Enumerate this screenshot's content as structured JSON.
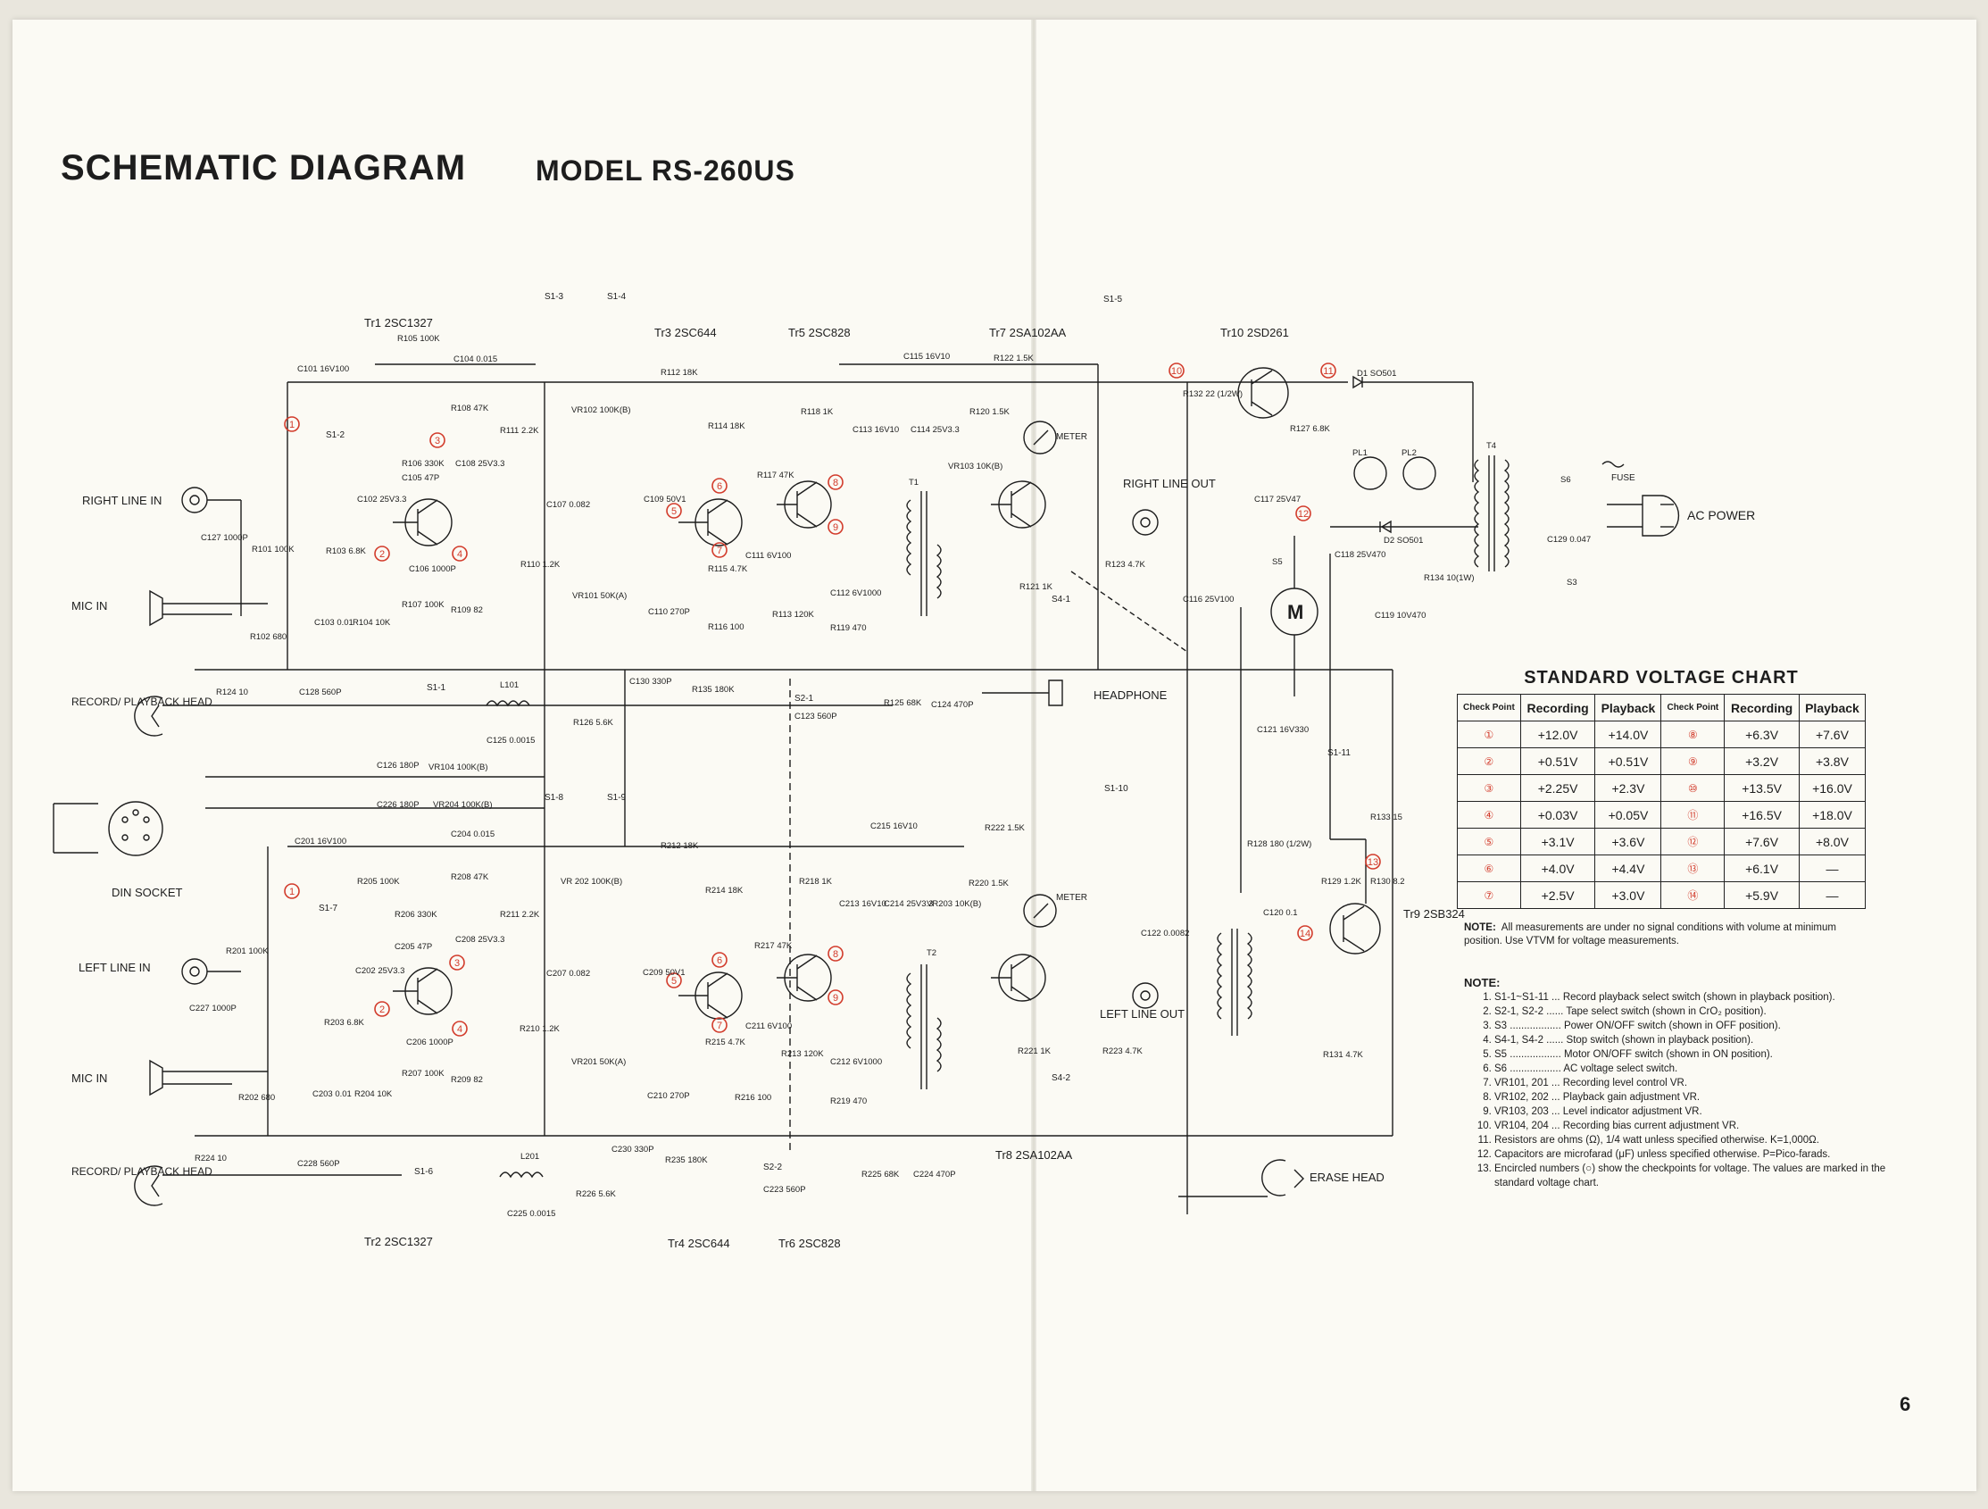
{
  "title": {
    "main": "SCHEMATIC DIAGRAM",
    "model": "MODEL RS-260US"
  },
  "page_number": "6",
  "labels": {
    "right_line_in": "RIGHT LINE IN",
    "mic_in_top": "MIC IN",
    "record_playback_head_top": "RECORD/ PLAYBACK HEAD",
    "din_socket": "DIN SOCKET",
    "left_line_in": "LEFT LINE IN",
    "mic_in_bottom": "MIC IN",
    "record_playback_head_bottom": "RECORD/ PLAYBACK HEAD",
    "right_line_out": "RIGHT LINE OUT",
    "left_line_out": "LEFT LINE OUT",
    "headphone": "HEADPHONE",
    "erase_head": "ERASE HEAD",
    "ac_power": "AC POWER",
    "meter_top": "METER",
    "meter_bottom": "METER",
    "fuse": "FUSE"
  },
  "transistors": {
    "tr1": "Tr1 2SC1327",
    "tr3": "Tr3 2SC644",
    "tr5": "Tr5 2SC828",
    "tr7": "Tr7 2SA102AA",
    "tr10": "Tr10 2SD261",
    "tr2": "Tr2 2SC1327",
    "tr4": "Tr4 2SC644",
    "tr6": "Tr6 2SC828",
    "tr8": "Tr8 2SA102AA",
    "tr9": "Tr9 2SB324"
  },
  "components": {
    "c101": "C101 16V100",
    "r105": "R105 100K",
    "c104": "C104 0.015",
    "r112": "R112 18K",
    "c115": "C115 16V10",
    "r122": "R122 1.5K",
    "r132": "R132 22 (1/2W)",
    "d1": "D1 SO501",
    "r108": "R108 47K",
    "r106": "R106 330K",
    "c105": "C105 47P",
    "c108": "C108 25V3.3",
    "r111": "R111 2.2K",
    "vr102": "VR102 100K(B)",
    "r114": "R114 18K",
    "r118": "R118 1K",
    "c113": "C113 16V10",
    "c114": "C114 25V3.3",
    "vr103": "VR103 10K(B)",
    "r120": "R120 1.5K",
    "r127": "R127 6.8K",
    "c102": "C102 25V3.3",
    "r103": "R103 6.8K",
    "c106": "C106 1000P",
    "c107": "C107 0.082",
    "c109": "C109 50V1",
    "r117": "R117 47K",
    "r115": "R115 4.7K",
    "c111": "C111 6V100",
    "c117": "C117 25V47",
    "c118": "C118 25V470",
    "d2": "D2 SO501",
    "c127": "C127 1000P",
    "r101": "R101 100K",
    "r110": "R110 1.2K",
    "r123": "R123 4.7K",
    "r121": "R121 1K",
    "c103": "C103 0.01",
    "r104": "R104 10K",
    "r107": "R107 100K",
    "r109": "R109 82",
    "vr101": "VR101 50K(A)",
    "c110": "C110 270P",
    "c112": "C112 6V1000",
    "r113": "R113 120K",
    "r119": "R119 470",
    "r116": "R116 100",
    "c116": "C116 25V100",
    "c119": "C119 10V470",
    "r134": "R134 10(1W)",
    "c129": "C129 0.047",
    "r102": "R102 680",
    "r124": "R124 10",
    "c128": "C128 560P",
    "l101": "L101",
    "c130": "C130 330P",
    "r135": "R135 180K",
    "r125": "R125 68K",
    "c124": "C124 470P",
    "c123": "C123 560P",
    "r126": "R126 5.6K",
    "c125": "C125 0.0015",
    "c121": "C121 16V330",
    "c126": "C126 180P",
    "vr104": "VR104 100K(B)",
    "c226": "C226 180P",
    "vr204": "VR204 100K(B)",
    "c201": "C201 16V100",
    "c204": "C204 0.015",
    "r212": "R212 18K",
    "c215": "C215 16V10",
    "r222": "R222 1.5K",
    "r128": "R128 180 (1/2W)",
    "r133": "R133 15",
    "r205": "R205 100K",
    "r208": "R208 47K",
    "vr202": "VR 202 100K(B)",
    "r214": "R214 18K",
    "r218": "R218 1K",
    "r220": "R220 1.5K",
    "r129": "R129 1.2K",
    "r130": "R130 8.2",
    "r206": "R206 330K",
    "r211": "R211 2.2K",
    "c213": "C213 16V10",
    "c214": "C214 25V3.3",
    "vr203": "VR203 10K(B)",
    "c122": "C122 0.0082",
    "c120": "C120 0.1",
    "c205": "C205 47P",
    "c208": "C208 25V3.3",
    "c202": "C202 25V3.3",
    "r201": "R201 100K",
    "c227": "C227 1000P",
    "c207": "C207 0.082",
    "c209": "C209 50V1",
    "r217": "R217 47K",
    "r203": "R203 6.8K",
    "c206": "C206 1000P",
    "r210": "R210 1.2K",
    "r215": "R215 4.7K",
    "c211": "C211 6V100",
    "vr201": "VR201 50K(A)",
    "r207": "R207 100K",
    "r209": "R209 82",
    "r213": "R213 120K",
    "c212": "C212 6V1000",
    "r219": "R219 470",
    "r221": "R221 1K",
    "r223": "R223 4.7K",
    "r131": "R131 4.7K",
    "c203": "C203 0.01",
    "r204": "R204 10K",
    "c210": "C210 270P",
    "r216": "R216 100",
    "r202": "R202 680",
    "r224": "R224 10",
    "c228": "C228 560P",
    "l201": "L201",
    "c230": "C230 330P",
    "r235": "R235 180K",
    "r225": "R225 68K",
    "c224": "C224 470P",
    "c223": "C223 560P",
    "r226": "R226 5.6K",
    "c225": "C225 0.0015",
    "t1": "T1",
    "t2": "T2",
    "t4": "T4",
    "pl1": "PL1",
    "pl2": "PL2",
    "s6": "S6",
    "s3": "S3",
    "s5": "S5",
    "motor": "M"
  },
  "switches": {
    "s1_1": "S1-1",
    "s1_2": "S1-2",
    "s1_3": "S1-3",
    "s1_4": "S1-4",
    "s1_5": "S1-5",
    "s1_6": "S1-6",
    "s1_7": "S1-7",
    "s1_8": "S1-8",
    "s1_9": "S1-9",
    "s1_10": "S1-10",
    "s1_11": "S1-11",
    "s2_1": "S2-1",
    "s2_2": "S2-2",
    "s4_1": "S4-1",
    "s4_2": "S4-2"
  },
  "voltage_chart": {
    "title": "STANDARD VOLTAGE CHART",
    "headers": [
      "Check Point",
      "Recording",
      "Playback",
      "Check Point",
      "Recording",
      "Playback"
    ],
    "rows": [
      [
        "①",
        "+12.0V",
        "+14.0V",
        "⑧",
        "+6.3V",
        "+7.6V"
      ],
      [
        "②",
        "+0.51V",
        "+0.51V",
        "⑨",
        "+3.2V",
        "+3.8V"
      ],
      [
        "③",
        "+2.25V",
        "+2.3V",
        "⑩",
        "+13.5V",
        "+16.0V"
      ],
      [
        "④",
        "+0.03V",
        "+0.05V",
        "⑪",
        "+16.5V",
        "+18.0V"
      ],
      [
        "⑤",
        "+3.1V",
        "+3.6V",
        "⑫",
        "+7.6V",
        "+8.0V"
      ],
      [
        "⑥",
        "+4.0V",
        "+4.4V",
        "⑬",
        "+6.1V",
        "—"
      ],
      [
        "⑦",
        "+2.5V",
        "+3.0V",
        "⑭",
        "+5.9V",
        "—"
      ]
    ],
    "note_label": "NOTE:",
    "note_text": "All measurements are under no signal conditions with volume at minimum position. Use VTVM for voltage measurements."
  },
  "notes": {
    "title": "NOTE:",
    "items": [
      "S1-1~S1-11 ... Record playback select switch (shown in playback position).",
      "S2-1, S2-2 ...... Tape select switch (shown in CrO₂ position).",
      "S3 .................. Power ON/OFF switch (shown in OFF position).",
      "S4-1, S4-2 ...... Stop switch (shown in playback position).",
      "S5 .................. Motor ON/OFF switch (shown in ON position).",
      "S6 .................. AC voltage select switch.",
      "VR101, 201 ... Recording level control VR.",
      "VR102, 202 ... Playback gain adjustment VR.",
      "VR103, 203 ... Level indicator adjustment VR.",
      "VR104, 204 ... Recording bias current adjustment VR.",
      "Resistors are ohms (Ω), 1/4 watt unless specified otherwise. K=1,000Ω.",
      "Capacitors are microfarad (μF) unless specified otherwise. P=Pico-farads.",
      "Encircled numbers (○) show the checkpoints for voltage. The values are marked in the standard voltage chart."
    ]
  }
}
